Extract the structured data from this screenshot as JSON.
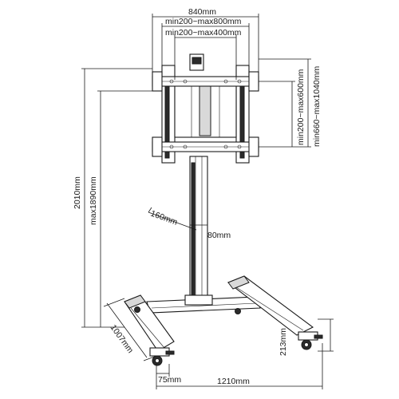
{
  "labels": {
    "overall_width": "840mm",
    "vesa_width_outer": "min200~max800mm",
    "vesa_width_inner": "min200~max400mm",
    "vesa_height": "min200~max600mm",
    "mount_height_range": "min660~max1040mm",
    "total_height": "2010mm",
    "max_height": "max1890mm",
    "column_depth": "160mm",
    "column_width": "80mm",
    "base_depth": "1007mm",
    "caster_offset": "75mm",
    "base_width": "1210mm",
    "foot_height": "213mm"
  }
}
